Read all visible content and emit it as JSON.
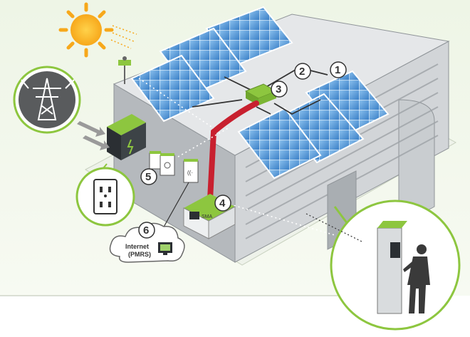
{
  "callouts": {
    "c1": "1",
    "c2": "2",
    "c3": "3",
    "c4": "4",
    "c5": "5",
    "c6": "6"
  },
  "cloud": {
    "line1": "Internet",
    "line2": "(PMRS)"
  },
  "inverter_tag": "SMA",
  "colors": {
    "accent_green": "#8dc63f",
    "cable_red": "#c8202f",
    "panel_blue": "#4a90d9",
    "sun_orange": "#f7a81b"
  },
  "icons": {
    "grid": "power-tower-icon",
    "outlet": "electrical-outlet-icon",
    "sun": "sun-icon",
    "person": "person-at-kiosk-icon",
    "cloud": "cloud-icon",
    "monitor": "monitor-icon"
  }
}
